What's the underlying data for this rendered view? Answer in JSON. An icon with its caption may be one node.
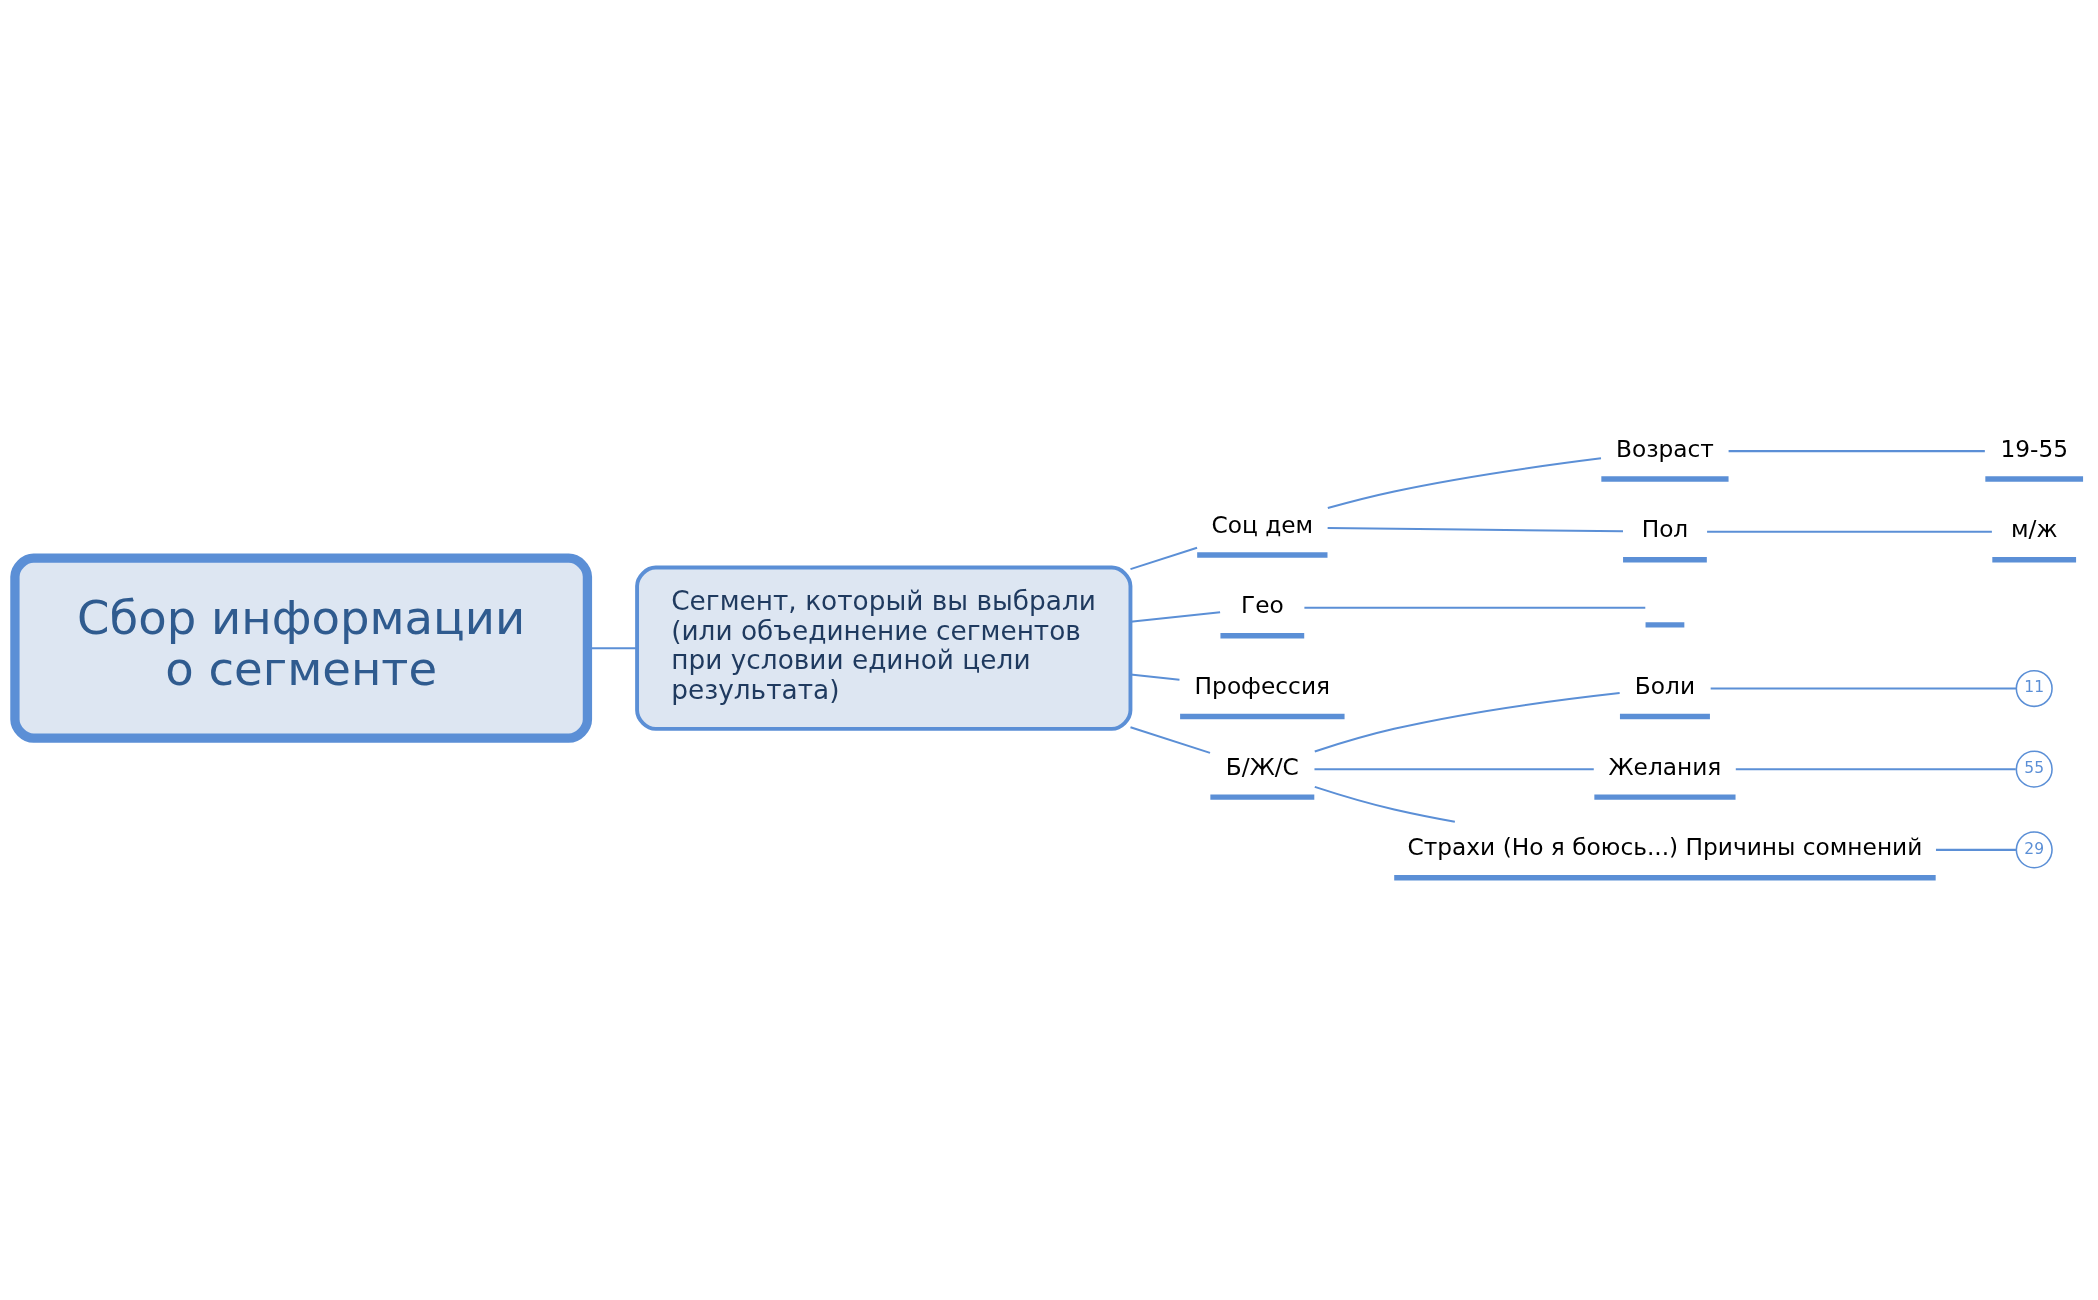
{
  "diagram": {
    "nodes": [
      {
        "text": [
          "Сбор информации о сегменте"
        ]
      },
      {
        "text": [
          "Сегмент, который вы выбрали (или объединение сегментов при условии единой цели результата)"
        ]
      },
      {
        "text": [
          "Соц дем"
        ]
      },
      {
        "text": [
          "Возраст"
        ]
      },
      {
        "text": [
          "19-55"
        ]
      },
      {
        "text": [
          "Пол"
        ]
      },
      {
        "text": [
          "м/ж"
        ]
      },
      {
        "text": [
          "Гео"
        ]
      },
      {
        "text": [],
        "shape": "bar"
      },
      {
        "text": [
          "Профессия"
        ]
      },
      {
        "text": [
          "Б/Ж/С"
        ]
      },
      {
        "text": [
          "Боли"
        ]
      },
      {
        "text": [
          "11"
        ]
      },
      {
        "text": [
          "Желания"
        ]
      },
      {
        "text": [
          "55"
        ]
      },
      {
        "text": [
          "Страхи (Но я боюсь...) Причины сомнений"
        ]
      },
      {
        "text": [
          "29"
        ]
      }
    ],
    "edges": [
      {
        "from": 0,
        "to": 1,
        "arrow": "none"
      },
      {
        "from": 1,
        "to": 2,
        "arrow": "none"
      },
      {
        "from": 2,
        "to": 3,
        "arrow": "none"
      },
      {
        "from": 3,
        "to": 4,
        "arrow": "none"
      },
      {
        "from": 2,
        "to": 5,
        "arrow": "none"
      },
      {
        "from": 5,
        "to": 6,
        "arrow": "none"
      },
      {
        "from": 1,
        "to": 7,
        "arrow": "none"
      },
      {
        "from": 7,
        "to": 8,
        "arrow": "none"
      },
      {
        "from": 1,
        "to": 9,
        "arrow": "none"
      },
      {
        "from": 1,
        "to": 10,
        "arrow": "none"
      },
      {
        "from": 10,
        "to": 11,
        "arrow": "none"
      },
      {
        "from": 11,
        "to": 12,
        "arrow": "none"
      },
      {
        "from": 10,
        "to": 13,
        "arrow": "none"
      },
      {
        "from": 13,
        "to": 14,
        "arrow": "none"
      },
      {
        "from": 10,
        "to": 15,
        "arrow": "none"
      },
      {
        "from": 15,
        "to": 16,
        "arrow": "none"
      }
    ]
  }
}
